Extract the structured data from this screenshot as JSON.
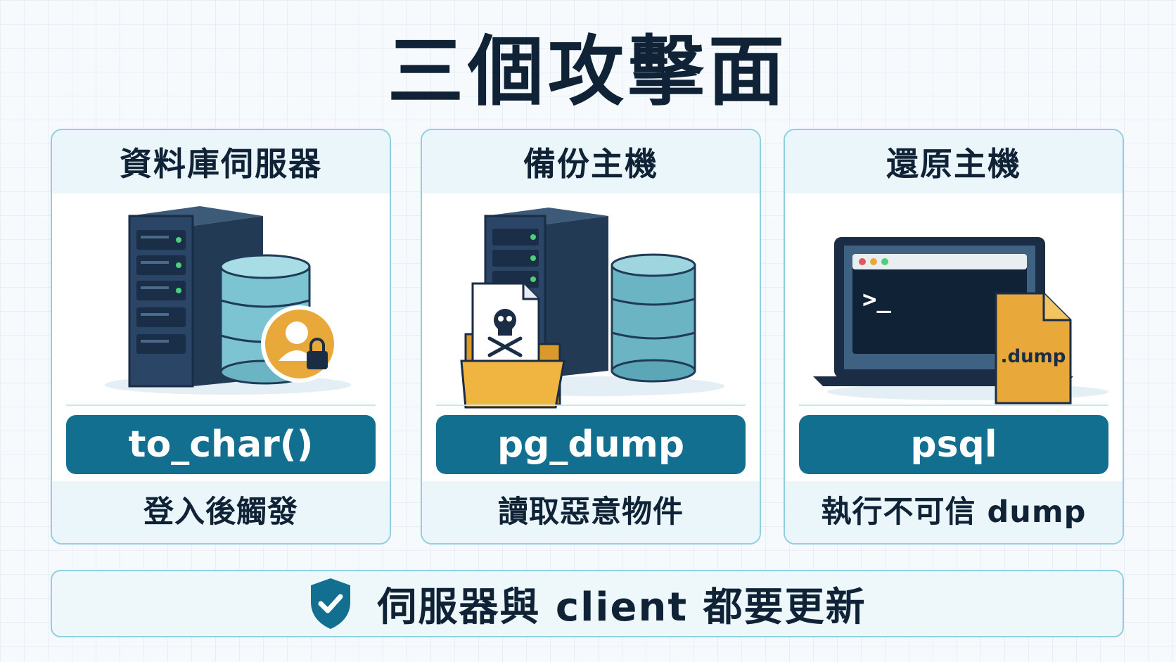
{
  "title": "三個攻擊面",
  "cards": [
    {
      "heading": "資料庫伺服器",
      "command": "to_char()",
      "caption": "登入後觸發",
      "icons": [
        "server-icon",
        "database-icon",
        "user-lock-icon"
      ]
    },
    {
      "heading": "備份主機",
      "command": "pg_dump",
      "caption": "讀取惡意物件",
      "icons": [
        "server-icon",
        "malicious-file-folder-icon",
        "database-icon"
      ]
    },
    {
      "heading": "還原主機",
      "command": "psql",
      "caption": "執行不可信 dump",
      "file_label": ".dump",
      "terminal_prompt": ">_",
      "icons": [
        "laptop-terminal-icon",
        "dump-file-icon"
      ]
    }
  ],
  "banner": {
    "text": "伺服器與 client 都要更新",
    "icon": "shield-check-icon"
  },
  "colors": {
    "accent": "#136f8f",
    "dark": "#0f2236",
    "border": "#8fd0e0",
    "panel": "#eaf6fa",
    "db": "#7cc4d2",
    "gold": "#e8a93a"
  }
}
